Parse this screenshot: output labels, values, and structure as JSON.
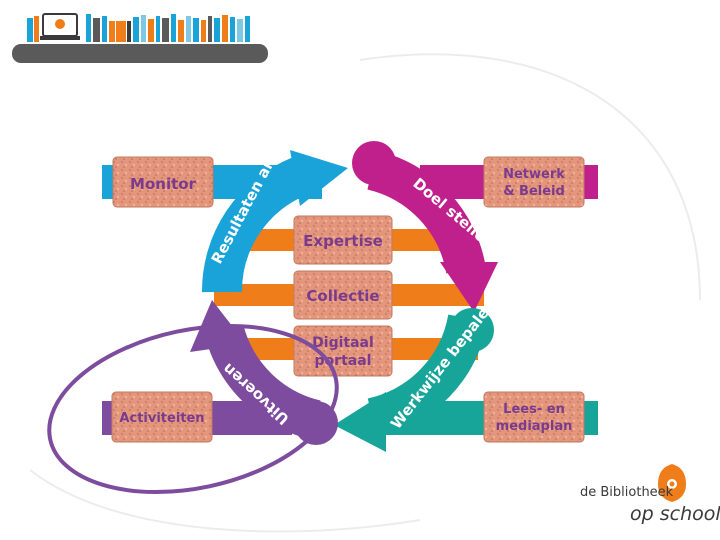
{
  "header": {
    "bar_color": "#5a5a5a"
  },
  "diagram": {
    "bricks": {
      "monitor": "Monitor",
      "netwerk_line1": "Netwerk",
      "netwerk_line2": "& Beleid",
      "expertise": "Expertise",
      "collectie": "Collectie",
      "digitaal_line1": "Digitaal",
      "digitaal_line2": "portaal",
      "activiteiten": "Activiteiten",
      "lees_line1": "Lees- en",
      "lees_line2": "mediaplan"
    },
    "arrows": {
      "resultaten": "Resultaten analyseren",
      "doel": "Doel stellen",
      "werkwijze": "Werkwijze bepalen",
      "uitvoeren": "Uitvoeren"
    },
    "colors": {
      "blue": "#1aa3d9",
      "magenta": "#c0208c",
      "teal": "#17a59a",
      "purple": "#7d4c9e",
      "orange": "#ef7d1a",
      "brick": "#e0937a",
      "highlight": "#7d4c9e"
    }
  },
  "logo": {
    "line1": "de Bibliotheek",
    "line2": "op school",
    "accent": "#ef7d1a"
  }
}
